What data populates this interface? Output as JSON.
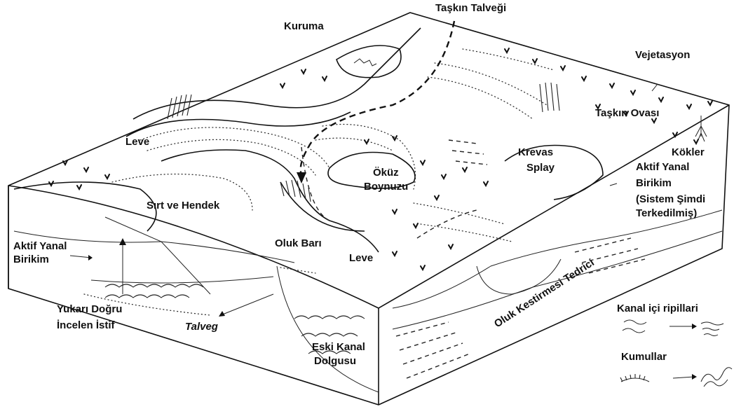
{
  "labels": {
    "taskin_talvegi": "Taşkın Talveği",
    "kuruma": "Kuruma",
    "vejetasyon": "Vejetasyon",
    "leve_top": "Leve",
    "taskin_ovasi": "Taşkın Ovası",
    "kokler": "Kökler",
    "okuz_boynuzu_1": "Öküz",
    "okuz_boynuzu_2": "Boynuzu",
    "krevas_1": "Krevas",
    "krevas_2": "Splay",
    "aktif_yanal_right_1": "Aktif Yanal",
    "aktif_yanal_right_2": "Birikim",
    "aktif_yanal_right_3": "(Sistem Şimdi",
    "aktif_yanal_right_4": "Terkedilmiş)",
    "sirt_ve_hendek": "Sırt ve Hendek",
    "oluk_bari": "Oluk Barı",
    "leve_mid": "Leve",
    "aktif_yanal_left_1": "Aktif Yanal",
    "aktif_yanal_left_2": "Birikim",
    "yukari_1": "Yukarı Doğru",
    "yukari_2": "İncelen İstif",
    "talveg": "Talveg",
    "eski_kanal_1": "Eski Kanal",
    "eski_kanal_2": "Dolgusu",
    "oluk_kestirmesi": "Oluk Kestirmesi Tedrici"
  },
  "legend": {
    "kanal_ici": "Kanal içi ripillari",
    "kumullar": "Kumullar"
  }
}
